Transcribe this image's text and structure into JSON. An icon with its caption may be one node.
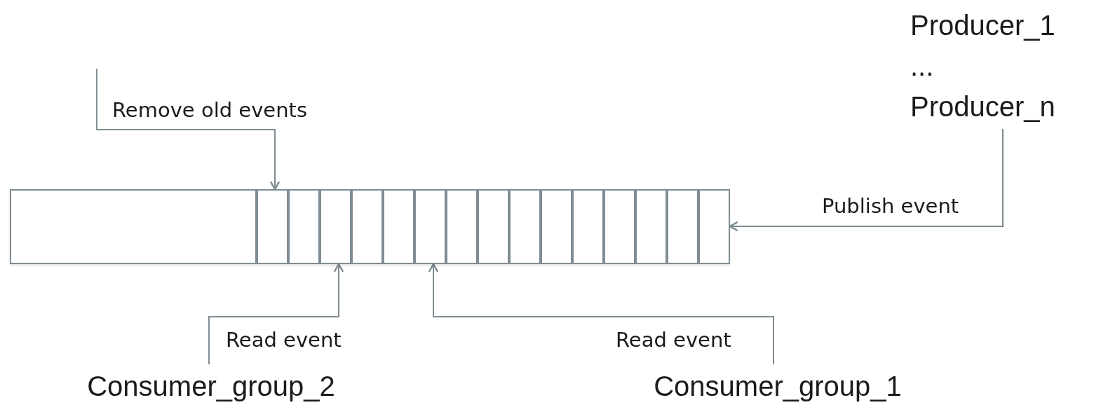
{
  "diagram": {
    "nodes": [
      {
        "text": [
          "Producer_1",
          "...",
          "Producer_n"
        ]
      },
      {
        "text": [],
        "shape": "bar"
      },
      {
        "text": [],
        "shape": "box",
        "in": 1
      },
      {
        "text": [],
        "shape": "box",
        "in": 1
      },
      {
        "text": [],
        "shape": "box",
        "in": 1
      },
      {
        "text": [],
        "shape": "box",
        "in": 1
      },
      {
        "text": [],
        "shape": "box",
        "in": 1
      },
      {
        "text": [],
        "shape": "box",
        "in": 1
      },
      {
        "text": [],
        "shape": "box",
        "in": 1
      },
      {
        "text": [],
        "shape": "box",
        "in": 1
      },
      {
        "text": [],
        "shape": "box",
        "in": 1
      },
      {
        "text": [],
        "shape": "box",
        "in": 1
      },
      {
        "text": [],
        "shape": "box",
        "in": 1
      },
      {
        "text": [],
        "shape": "box",
        "in": 1
      },
      {
        "text": [],
        "shape": "box",
        "in": 1
      },
      {
        "text": [],
        "shape": "box",
        "in": 1
      },
      {
        "text": [],
        "shape": "box",
        "in": 1
      },
      {
        "text": [],
        "shape": "box",
        "in": 1
      },
      {
        "text": [
          "Consumer_group_2"
        ]
      },
      {
        "text": [
          "Consumer_group_1"
        ]
      }
    ],
    "edges": [
      {
        "from": null,
        "to": 3,
        "arrow": "to",
        "label": "Remove old events"
      },
      {
        "from": 0,
        "to": 1,
        "arrow": "to",
        "label": "Publish event"
      },
      {
        "from": 18,
        "to": 5,
        "arrow": "to",
        "label": "Read event"
      },
      {
        "from": 19,
        "to": 8,
        "arrow": "to",
        "label": "Read event"
      }
    ]
  }
}
